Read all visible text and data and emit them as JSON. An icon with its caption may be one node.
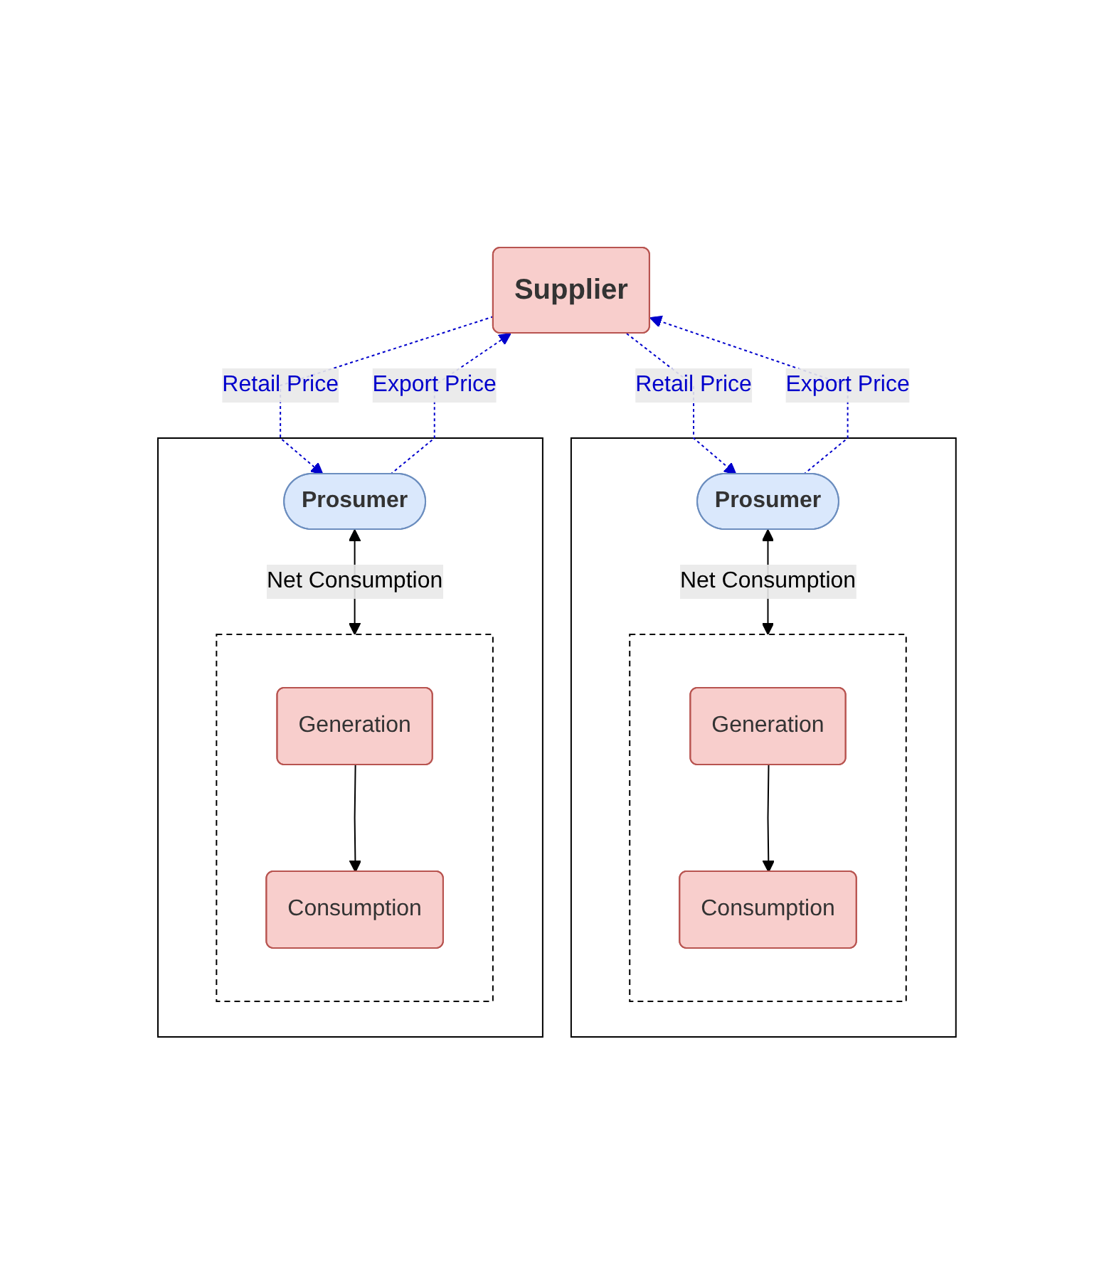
{
  "diagram": {
    "nodes": [
      {
        "text": [
          "Supplier"
        ]
      },
      {
        "text": [],
        "shape": "box"
      },
      {
        "text": [
          "Prosumer"
        ],
        "in": 1
      },
      {
        "text": [],
        "shape": "box",
        "in": 1
      },
      {
        "text": [
          "Generation"
        ],
        "in": 3
      },
      {
        "text": [
          "Consumption"
        ],
        "in": 3
      },
      {
        "text": [],
        "shape": "box"
      },
      {
        "text": [
          "Prosumer"
        ],
        "in": 6
      },
      {
        "text": [],
        "shape": "box",
        "in": 6
      },
      {
        "text": [
          "Generation"
        ],
        "in": 8
      },
      {
        "text": [
          "Consumption"
        ],
        "in": 8
      }
    ],
    "edges": [
      {
        "from": 2,
        "to": 0,
        "arrow": "to",
        "label": "Export Price",
        "style": "dashed",
        "color": "#0000cc"
      },
      {
        "from": 0,
        "to": 2,
        "arrow": "to",
        "label": "Retail Price",
        "style": "dashed",
        "color": "#0000cc"
      },
      {
        "from": 7,
        "to": 0,
        "arrow": "to",
        "label": "Export Price",
        "style": "dashed",
        "color": "#0000cc"
      },
      {
        "from": 0,
        "to": 7,
        "arrow": "to",
        "label": "Retail Price",
        "style": "dashed",
        "color": "#0000cc"
      },
      {
        "from": 2,
        "to": 3,
        "arrow": "both",
        "label": "Net Consumption",
        "color": "#000000"
      },
      {
        "from": 4,
        "to": 5,
        "arrow": "to",
        "color": "#000000"
      },
      {
        "from": 7,
        "to": 8,
        "arrow": "both",
        "label": "Net Consumption",
        "color": "#000000"
      },
      {
        "from": 9,
        "to": 10,
        "arrow": "to",
        "color": "#000000"
      }
    ]
  }
}
